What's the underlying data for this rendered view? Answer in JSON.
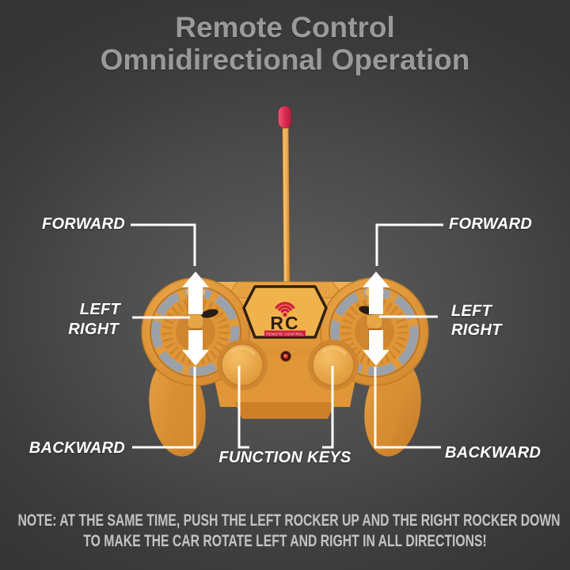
{
  "title": {
    "line1": "Remote Control",
    "line2": "Omnidirectional Operation"
  },
  "device": {
    "kind": "rc-toy-transmitter",
    "logo": {
      "text": "RC",
      "banner": "REMOTE CONTROL"
    }
  },
  "annotations": {
    "left_stick": {
      "forward": "FORWARD",
      "left": "LEFT",
      "right": "RIGHT",
      "backward": "BACKWARD"
    },
    "right_stick": {
      "forward": "FORWARD",
      "left": "LEFT",
      "right": "RIGHT",
      "backward": "BACKWARD"
    },
    "function_keys": "FUNCTION KEYS"
  },
  "note": {
    "line1": "NOTE: AT THE SAME TIME, PUSH THE LEFT ROCKER UP AND THE RIGHT ROCKER DOWN",
    "line2": "TO MAKE THE CAR ROTATE LEFT AND RIGHT IN ALL DIRECTIONS!"
  },
  "colors": {
    "background_center": "#5e5e5e",
    "background_edge": "#353535",
    "title_gray": "#9a9a9a",
    "label_white": "#ffffff",
    "note_gray": "#c3c3c3",
    "body_orange": "#e49a3c",
    "segment_gray": "#9aa1ab",
    "accent_red": "#ce1f3d",
    "antenna_tip_pink": "#d92a52"
  }
}
